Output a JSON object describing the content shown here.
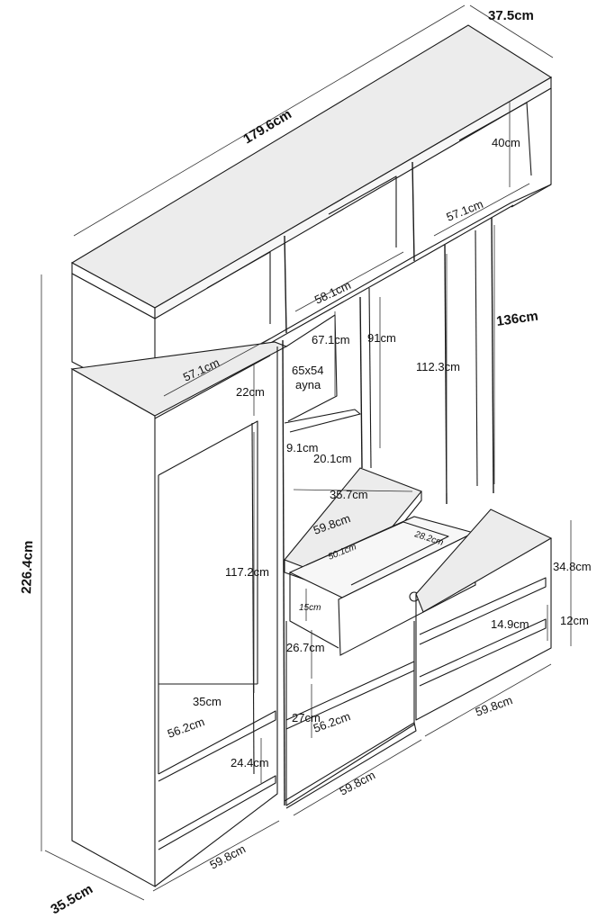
{
  "dimensions": {
    "total_width": "179.6cm",
    "top_depth": "37.5cm",
    "total_height": "226.4cm",
    "base_depth": "35.5cm",
    "right_shelf_height": "40cm",
    "right_shelf_width": "57.1cm",
    "middle_shelf_width": "58.1cm",
    "left_shelf_width": "57.1cm",
    "left_shelf_height": "22cm",
    "mirror_height": "67.1cm",
    "mirror_size": "65x54",
    "mirror_word": "ayna",
    "rail_height_91": "91cm",
    "right_column_height": "112.3cm",
    "right_total_height": "136cm",
    "small_gap": "9.1cm",
    "small_shelf": "20.1cm",
    "counter_depth": "35.7cm",
    "counter_width": "59.8cm",
    "drawer_width": "50.1cm",
    "drawer_depth": "28.2cm",
    "drawer_height": "15cm",
    "wardrobe_height": "117.2cm",
    "right_low_height": "34.8cm",
    "right_low_inner": "14.9cm",
    "right_low_bottom": "12cm",
    "mid_lower_gap": "26.7cm",
    "wardrobe_shelf_depth": "35cm",
    "wardrobe_shelf_width": "56.2cm",
    "mid_lower_height": "27cm",
    "mid_lower_width": "56.2cm",
    "right_low_width": "59.8cm",
    "wardrobe_drawer_height": "24.4cm",
    "mid_base_width": "59.8cm",
    "left_base_width": "59.8cm"
  }
}
